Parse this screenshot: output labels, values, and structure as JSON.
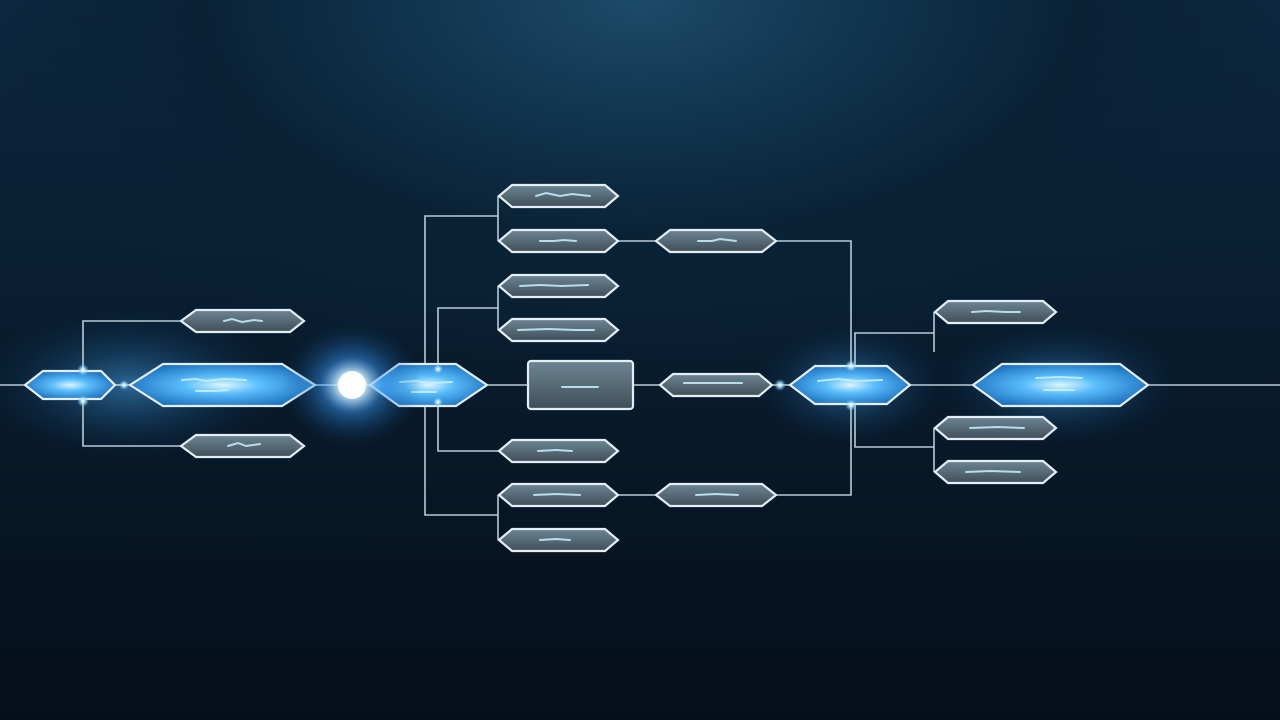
{
  "colors": {
    "background": "#061320",
    "background_glow": "#1c4b68",
    "connector": "#c7d9e6",
    "node_outline": "#e3eef6",
    "node_fill": "#4f5f6b",
    "highlight_fill": "#1f8fe8",
    "glow": "#6cc7ff"
  },
  "diagram": {
    "label_text_legible": false,
    "node_count": 21,
    "highlighted_node_count": 5,
    "flow_direction": "left-to-right"
  }
}
